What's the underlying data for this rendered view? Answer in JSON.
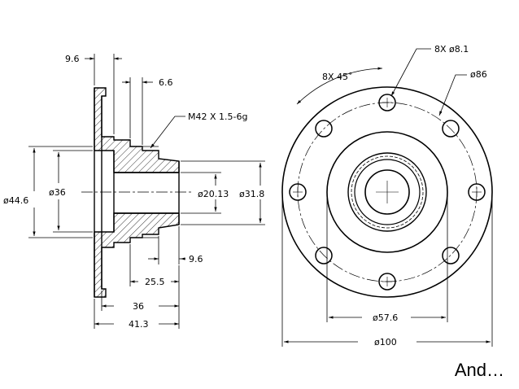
{
  "colors": {
    "line": "#000000",
    "hatch": "#000000",
    "background": "#ffffff"
  },
  "side_view": {
    "dims": {
      "flange_thickness": "9.6",
      "groove_width": "6.6",
      "thread": "M42 X 1.5-6g",
      "bore_dia": "ø36",
      "flange_od": "ø44.6",
      "inner_dia": "ø20.13",
      "hub_dia": "ø31.8",
      "groove_bottom": "9.6",
      "len_a": "25.5",
      "len_b": "36",
      "len_c": "41.3"
    }
  },
  "front_view": {
    "dims": {
      "holes": "8X ø8.1",
      "angle": "8X 45˚",
      "bolt_circle": "ø86",
      "pitch_circle_inner": "ø57.6",
      "outer_dia": "ø100"
    }
  },
  "caption": "And…"
}
